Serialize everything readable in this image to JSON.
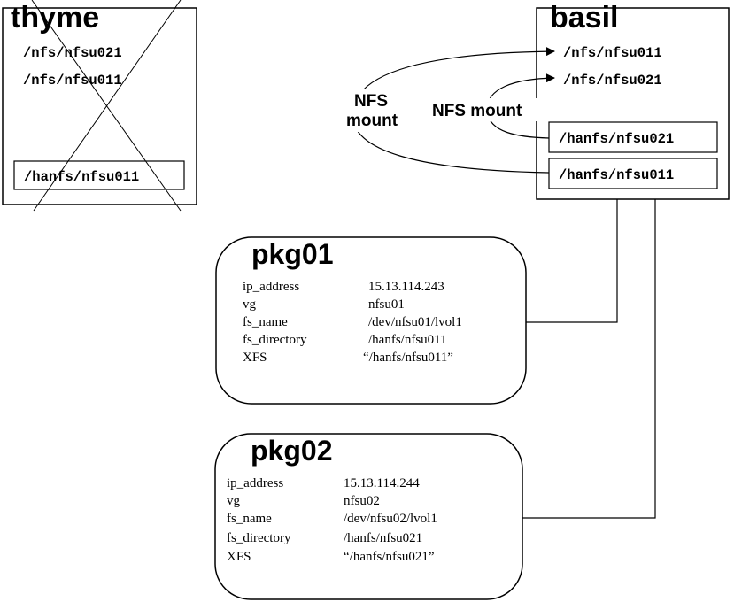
{
  "thyme": {
    "title": "thyme",
    "mounts": [
      "/nfs/nfsu021",
      "/nfs/nfsu011"
    ],
    "local_fs": "/hanfs/nfsu011"
  },
  "basil": {
    "title": "basil",
    "mounts": [
      "/nfs/nfsu011",
      "/nfs/nfsu021"
    ],
    "local_fs": [
      "/hanfs/nfsu021",
      "/hanfs/nfsu011"
    ]
  },
  "nfs_labels": {
    "outer_line1": "NFS",
    "outer_line2": "mount",
    "inner": "NFS mount"
  },
  "pkg01": {
    "title": "pkg01",
    "rows": [
      {
        "key": "ip_address",
        "value": "15.13.114.243"
      },
      {
        "key": "vg",
        "value": "nfsu01"
      },
      {
        "key": "fs_name",
        "value": "/dev/nfsu01/lvol1"
      },
      {
        "key": "fs_directory",
        "value": "/hanfs/nfsu011"
      },
      {
        "key": "XFS",
        "value": "“/hanfs/nfsu011”"
      }
    ]
  },
  "pkg02": {
    "title": "pkg02",
    "rows": [
      {
        "key": "ip_address",
        "value": "15.13.114.244"
      },
      {
        "key": "vg",
        "value": "nfsu02"
      },
      {
        "key": "fs_name",
        "value": "/dev/nfsu02/lvol1"
      },
      {
        "key": "fs_directory",
        "value": "/hanfs/nfsu021"
      },
      {
        "key": "XFS",
        "value": "“/hanfs/nfsu021”"
      }
    ]
  }
}
